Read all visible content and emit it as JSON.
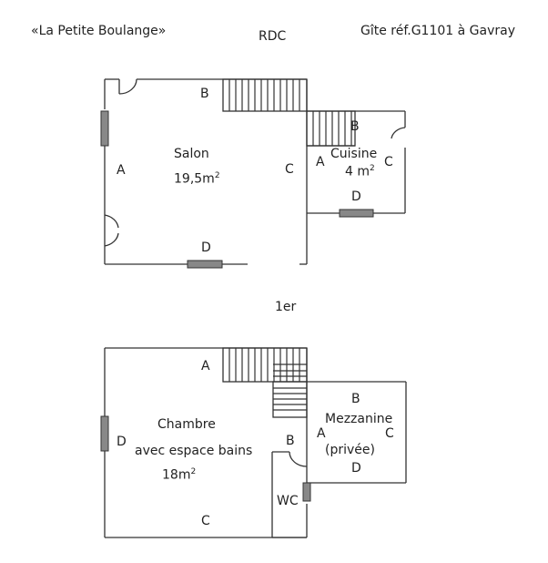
{
  "header": {
    "left": "«La Petite Boulange»",
    "center": "RDC",
    "right": "Gîte réf.G1101 à Gavray"
  },
  "ground_floor": {
    "salon": {
      "name": "Salon",
      "area": "19,5m",
      "area_sup": "2",
      "walls": {
        "a": "A",
        "b": "B",
        "c": "C",
        "d": "D"
      }
    },
    "cuisine": {
      "name": "Cuisine",
      "area": "4 m",
      "area_sup": "2",
      "walls": {
        "a": "A",
        "b": "B",
        "c": "C",
        "d": "D"
      }
    }
  },
  "first_floor": {
    "label": "1er",
    "chambre": {
      "name": "Chambre",
      "subtitle": "avec espace bains",
      "area": "18m",
      "area_sup": "2",
      "walls": {
        "a": "A",
        "b": "B",
        "c": "C",
        "d": "D"
      }
    },
    "mezzanine": {
      "name": "Mezzanine",
      "note": "(privée)",
      "walls": {
        "a": "A",
        "b": "B",
        "c": "C",
        "d": "D"
      }
    },
    "wc": {
      "name": "WC"
    }
  },
  "colors": {
    "line": "#333333",
    "window_fill": "#888888"
  }
}
